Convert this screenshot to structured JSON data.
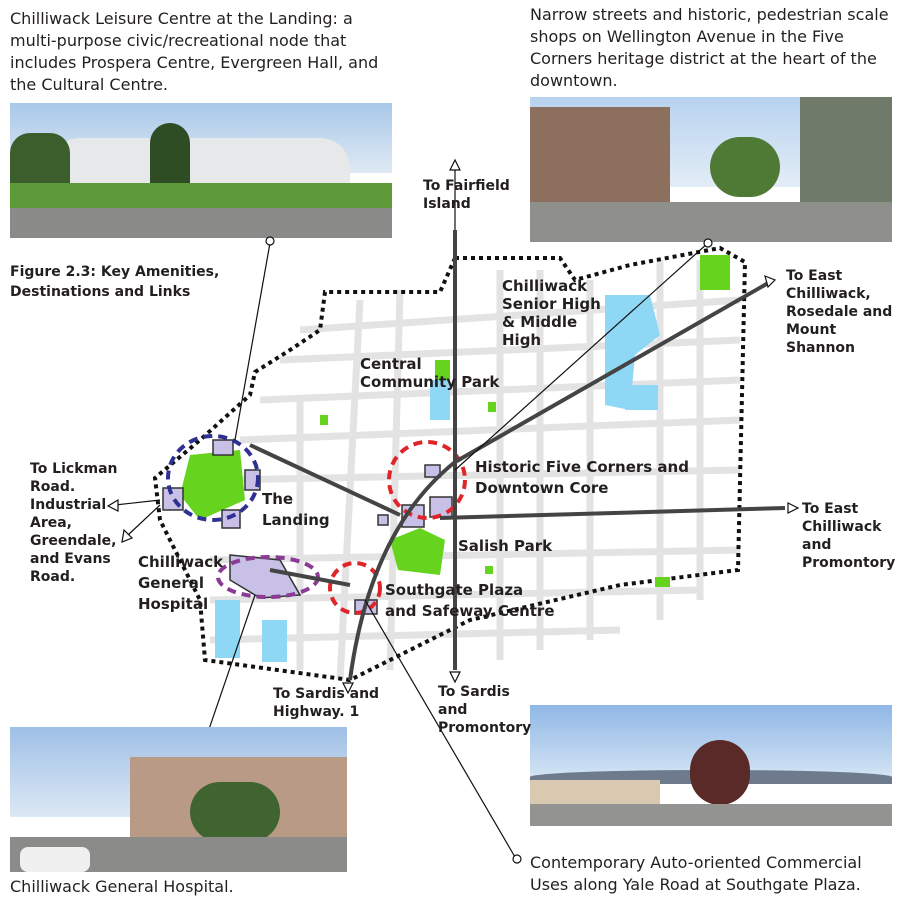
{
  "captions": {
    "leisure_centre": "Chilliwack Leisure Centre at the Landing: a multi-purpose civic/recreational node that includes Prospera Centre, Evergreen Hall, and the Cultural Centre.",
    "wellington": "Narrow streets and historic, pedestrian scale shops on Wellington Avenue in the Five Corners heritage district at the heart of the downtown.",
    "hospital": "Chilliwack General Hospital.",
    "southgate": "Contemporary Auto-oriented Commercial Uses along Yale Road at Southgate Plaza."
  },
  "figure_title": "Figure 2.3: Key Amenities, Destinations and Links",
  "map_labels": {
    "to_fairfield": "To Fairfield Island",
    "senior_high": "Chilliwack Senior High & Middle High",
    "to_east_rosedale": "To East Chilliwack, Rosedale and Mount Shannon",
    "central_park": "Central Community Park",
    "five_corners": "Historic Five Corners and Downtown Core",
    "to_lickman": "To Lickman Road. Industrial Area, Greendale, and Evans Road.",
    "the_landing": "The Landing",
    "to_east_promontory": "To East Chilliwack and Promontory",
    "salish_park": "Salish Park",
    "general_hospital": "Chilliwack General Hospital",
    "southgate": "Southgate Plaza and Safeway Centre",
    "to_sardis_highway": "To Sardis and Highway. 1",
    "to_sardis_promontory": "To Sardis and Promontory"
  },
  "colors": {
    "park": "#66d41e",
    "school": "#8fd8f5",
    "node": "#e0252a",
    "landing": "#2e3192",
    "hospital": "#8b3a96",
    "building": "#c8c0e6"
  }
}
